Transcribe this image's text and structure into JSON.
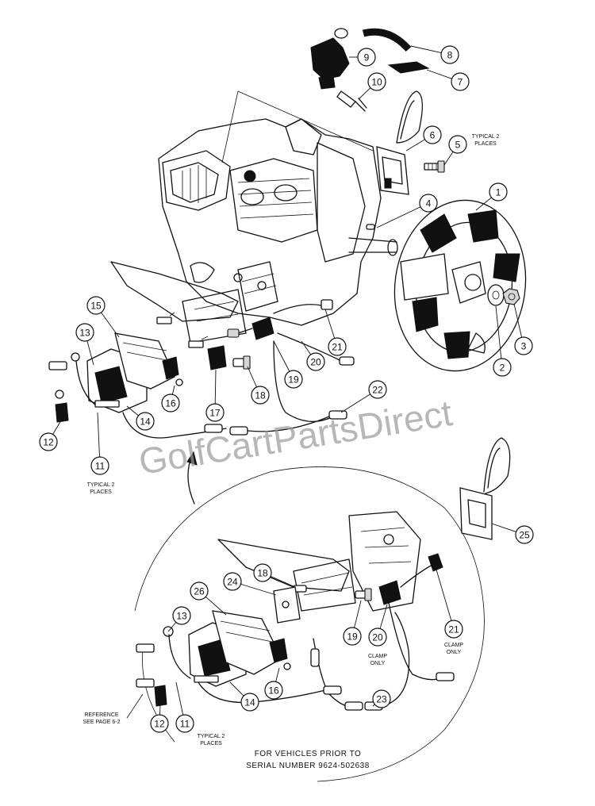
{
  "callouts": [
    {
      "id": "c1",
      "num": "1"
    },
    {
      "id": "c2",
      "num": "2"
    },
    {
      "id": "c3",
      "num": "3"
    },
    {
      "id": "c4",
      "num": "4"
    },
    {
      "id": "c5",
      "num": "5"
    },
    {
      "id": "c6",
      "num": "6"
    },
    {
      "id": "c7",
      "num": "7"
    },
    {
      "id": "c8",
      "num": "8"
    },
    {
      "id": "c9",
      "num": "9"
    },
    {
      "id": "c10",
      "num": "10"
    },
    {
      "id": "c11",
      "num": "11"
    },
    {
      "id": "c12",
      "num": "12"
    },
    {
      "id": "c13",
      "num": "13"
    },
    {
      "id": "c14",
      "num": "14"
    },
    {
      "id": "c15",
      "num": "15"
    },
    {
      "id": "c16",
      "num": "16"
    },
    {
      "id": "c17",
      "num": "17"
    },
    {
      "id": "c18",
      "num": "18"
    },
    {
      "id": "c19",
      "num": "19"
    },
    {
      "id": "c20",
      "num": "20"
    },
    {
      "id": "c21",
      "num": "21"
    },
    {
      "id": "c22",
      "num": "22"
    }
  ],
  "inset_callouts": [
    {
      "id": "i25",
      "num": "25"
    },
    {
      "id": "i18",
      "num": "18"
    },
    {
      "id": "i24",
      "num": "24"
    },
    {
      "id": "i26",
      "num": "26"
    },
    {
      "id": "i13",
      "num": "13"
    },
    {
      "id": "i19",
      "num": "19"
    },
    {
      "id": "i20",
      "num": "20"
    },
    {
      "id": "i21",
      "num": "21"
    },
    {
      "id": "i14",
      "num": "14"
    },
    {
      "id": "i16",
      "num": "16"
    },
    {
      "id": "i23",
      "num": "23"
    },
    {
      "id": "i12",
      "num": "12"
    },
    {
      "id": "i11",
      "num": "11"
    }
  ],
  "notes": {
    "typical_2_places_top": [
      "TYPICAL 2",
      "PLACES"
    ],
    "typical_2_places_left": [
      "TYPICAL 2",
      "PLACES"
    ],
    "typical_2_places_inset": [
      "TYPICAL 2",
      "PLACES"
    ],
    "clamp_only_20": [
      "CLAMP",
      "ONLY"
    ],
    "clamp_only_21": [
      "CLAMP",
      "ONLY"
    ],
    "reference": [
      "REFERENCE",
      "SEE PAGE 6-2"
    ]
  },
  "footer": {
    "line1": "FOR VEHICLES PRIOR TO",
    "line2": "SERIAL NUMBER 9624-502638"
  },
  "watermark": "GolfCartPartsDirect"
}
